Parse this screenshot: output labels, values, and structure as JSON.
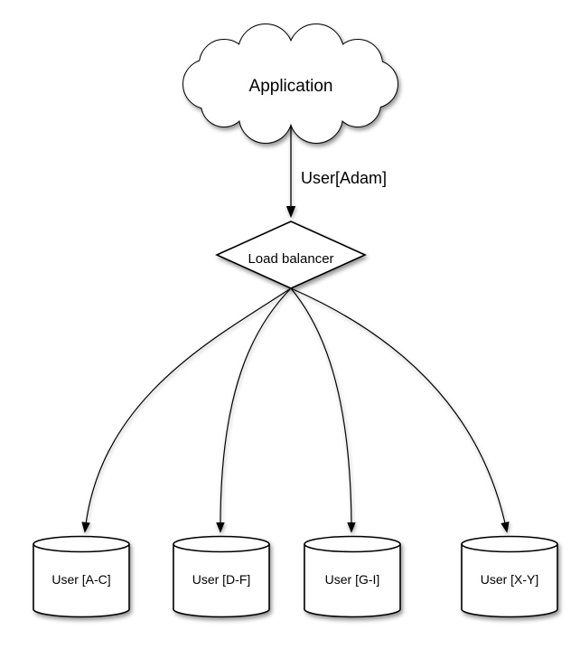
{
  "diagram": {
    "colors": {
      "background": "#ffffff",
      "stroke": "#000000",
      "shape_fill": "#ffffff",
      "text": "#000000"
    },
    "nodes": {
      "application": {
        "shape": "cloud",
        "label": "Application"
      },
      "load_balancer": {
        "shape": "diamond",
        "label": "Load balancer"
      },
      "shards": [
        {
          "shape": "cylinder",
          "label": "User [A-C]"
        },
        {
          "shape": "cylinder",
          "label": "User [D-F]"
        },
        {
          "shape": "cylinder",
          "label": "User [G-I]"
        },
        {
          "shape": "cylinder",
          "label": "User [X-Y]"
        }
      ]
    },
    "edges": {
      "request": {
        "from": "application",
        "to": "load_balancer",
        "label": "User[Adam]"
      },
      "routes": [
        {
          "from": "load_balancer",
          "to": "shard-1"
        },
        {
          "from": "load_balancer",
          "to": "shard-2"
        },
        {
          "from": "load_balancer",
          "to": "shard-3"
        },
        {
          "from": "load_balancer",
          "to": "shard-4"
        }
      ]
    }
  }
}
